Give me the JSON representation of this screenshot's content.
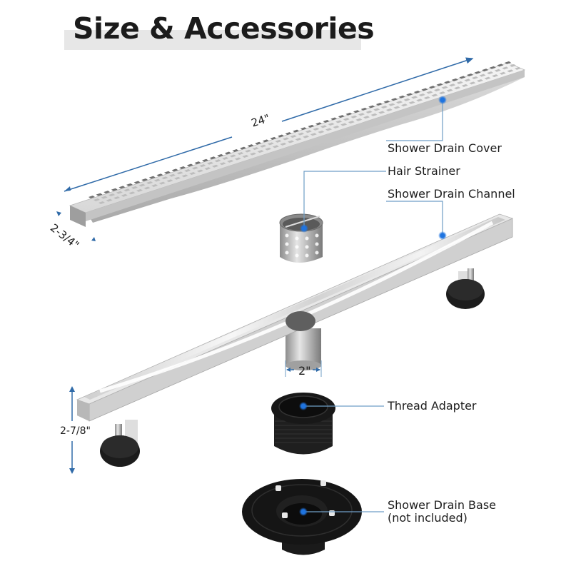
{
  "title": "Size & Accessories",
  "colors": {
    "dimension_line": "#2f6aa8",
    "callout_line": "#6f9ec6",
    "callout_dot": "#1f74e0",
    "title_band": "#e7e7e7",
    "steel_light": "#eeeeee",
    "steel_mid": "#c9c9c9",
    "steel_dark": "#9a9a9a",
    "rubber_black": "#1c1c1c"
  },
  "dimensions": {
    "cover_length": "24\"",
    "cover_width": "2-3/4\"",
    "outlet_diameter": "2\"",
    "channel_height": "2-7/8\""
  },
  "parts": [
    {
      "id": "cover",
      "label": "Shower Drain Cover",
      "icon": "drain-cover-icon"
    },
    {
      "id": "strainer",
      "label": "Hair Strainer",
      "icon": "hair-strainer-icon"
    },
    {
      "id": "channel",
      "label": "Shower Drain Channel",
      "icon": "drain-channel-icon"
    },
    {
      "id": "adapter",
      "label": "Thread Adapter",
      "icon": "thread-adapter-icon"
    },
    {
      "id": "base",
      "label": "Shower Drain Base",
      "note": "(not included)",
      "icon": "drain-base-icon"
    }
  ]
}
